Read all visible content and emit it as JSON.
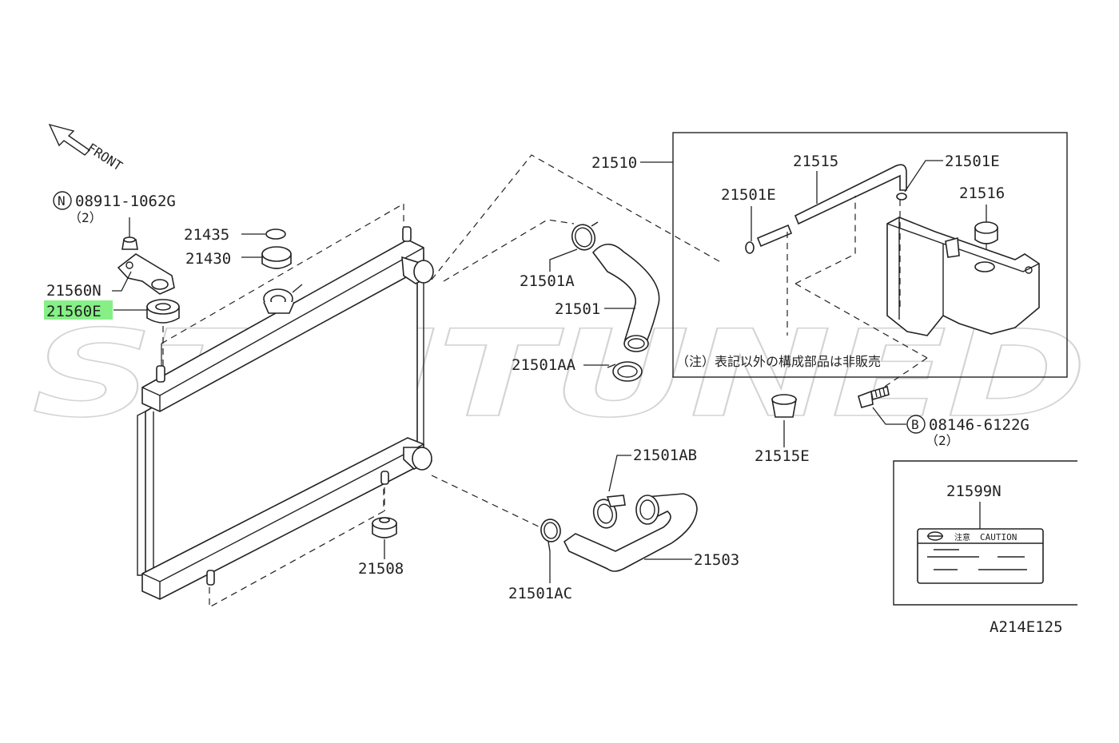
{
  "watermark": "STMTUNED",
  "front_label": "FRONT",
  "diagram_code": "A214E125",
  "notice_text": "（注）表記以外の構成部品は非販売",
  "highlight_color": "#86f086",
  "parts": {
    "nut": "08911-1062G",
    "nut_qty": "（2）",
    "nut_prefix": "N",
    "bolt": "08146-6122G",
    "bolt_qty": "（2）",
    "bolt_prefix": "B",
    "cap_seal": "21435",
    "radiator_cap": "21430",
    "bracket": "21560N",
    "mount_upper": "21560E",
    "mount_lower": "21508",
    "reservoir_assembly": "21510",
    "reservoir_hose": "21515",
    "hose_clamp_e_right": "21501E",
    "hose_clamp_e_left": "21501E",
    "reservoir_tank_cap": "21516",
    "upper_hose": "21501",
    "clamp_a": "21501A",
    "clamp_aa": "21501AA",
    "clamp_ab": "21501AB",
    "clamp_ac": "21501AC",
    "lower_hose": "21503",
    "clip": "21515E",
    "caution_label": "21599N"
  },
  "caution": {
    "jp": "注意",
    "en": "CAUTION"
  }
}
